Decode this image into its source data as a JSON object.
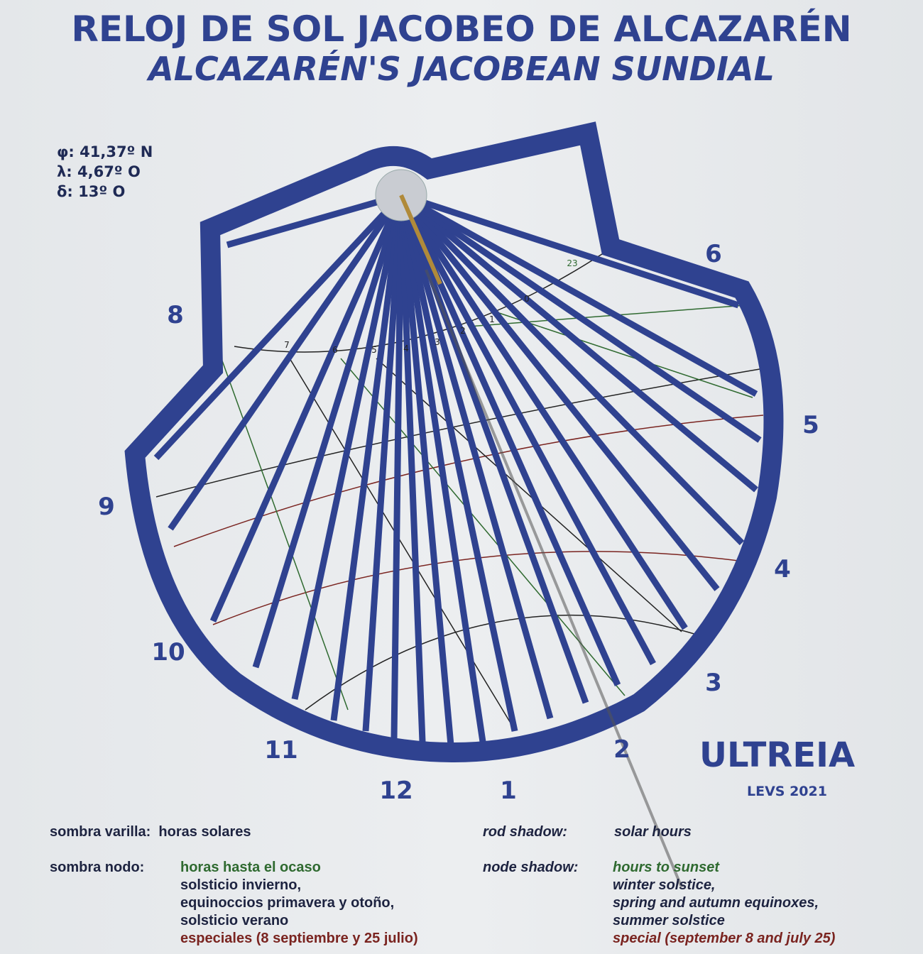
{
  "title_es": "RELOJ DE SOL JACOBEO DE ALCAZARÉN",
  "title_en": "ALCAZARÉN'S JACOBEAN SUNDIAL",
  "coords": {
    "lat": "φ: 41,37º N",
    "lon": "λ: 4,67º O",
    "dec": "δ: 13º O"
  },
  "hours": [
    "8",
    "9",
    "10",
    "11",
    "12",
    "1",
    "2",
    "3",
    "4",
    "5",
    "6"
  ],
  "node_hours": [
    "7",
    "6",
    "5",
    "4",
    "3",
    "2",
    "1",
    "0",
    "23"
  ],
  "motto": "ULTREIA",
  "signature": "LEVS 2021",
  "legend_es": {
    "rod_label": "sombra varilla:",
    "rod_value": "horas solares",
    "node_label": "sombra nodo:",
    "node_value": "horas hasta el ocaso",
    "l1": "solsticio invierno,",
    "l2": "equinoccios primavera y otoño,",
    "l3": "solsticio verano",
    "special": "especiales (8 septiembre y 25 julio)"
  },
  "legend_en": {
    "rod_label": "rod shadow:",
    "rod_value": "solar hours",
    "node_label": "node shadow:",
    "node_value": "hours to sunset",
    "l1": "winter  solstice,",
    "l2": "spring and autumn equinoxes,",
    "l3": "summer solstice",
    "special": "special (september 8 and july 25)"
  },
  "colors": {
    "blue": "#2f4290",
    "green": "#2f6a30",
    "red": "#7a2420"
  }
}
